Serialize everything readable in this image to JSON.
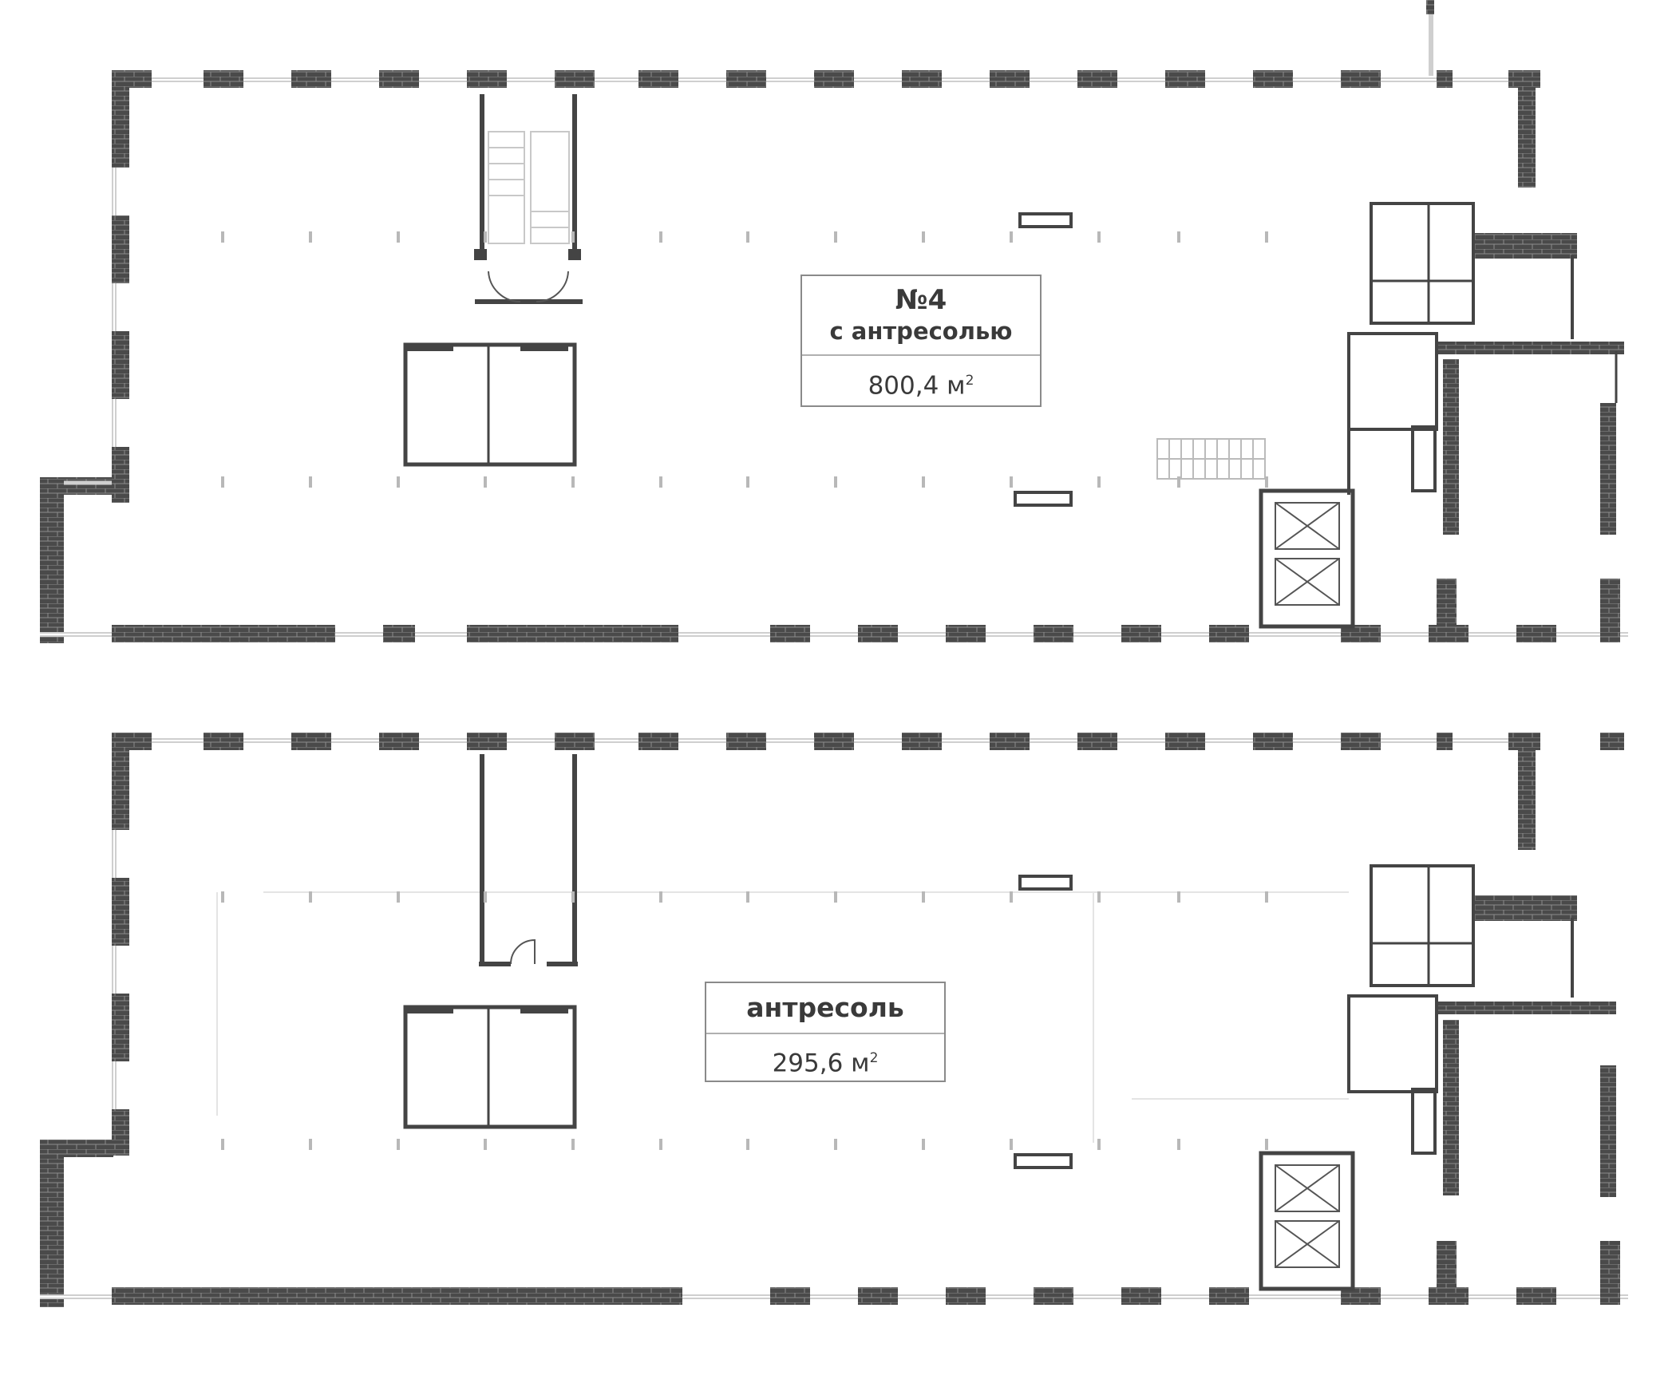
{
  "floor": {
    "unit_number": "№4",
    "unit_subtitle": "с антресолью",
    "unit_area": "800,4 м",
    "unit_area_sup": "2"
  },
  "mezzanine": {
    "title": "антресоль",
    "area": "295,6 м",
    "area_sup": "2"
  },
  "colors": {
    "brick": "#4a4a4a",
    "brick_mortar": "#8c8c8c",
    "wall": "#444444",
    "window": "#cfcfcf",
    "fixture": "#555555",
    "column": "#b8b8b8"
  }
}
